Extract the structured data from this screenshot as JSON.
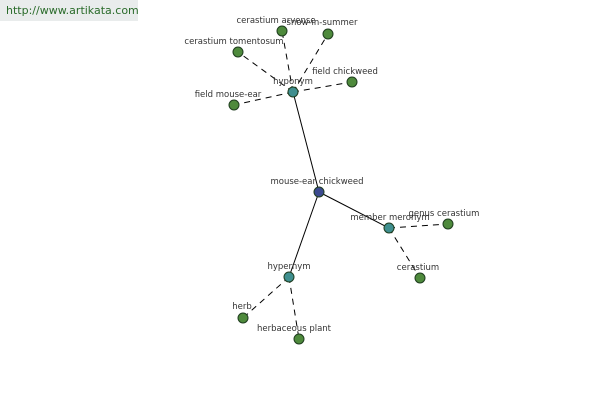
{
  "watermark": "http://www.artikata.com",
  "colors": {
    "central": "#3c4a8f",
    "relation": "#3f8f8f",
    "leaf": "#4e8a3c",
    "stroke": "#1f3d1f"
  },
  "nodes": {
    "center": "mouse-ear chickweed",
    "hyponym": "hyponym",
    "hypernym": "hypernym",
    "member_meronym": "member meronym",
    "cerastium_arvense": "cerastium arvense",
    "snow_in_summer": "snow-in-summer",
    "cerastium_tomentosum": "cerastium tomentosum",
    "field_chickweed": "field chickweed",
    "field_mouse_ear": "field mouse-ear",
    "genus_cerastium": "genus cerastium",
    "cerastium": "cerastium",
    "herb": "herb",
    "herbaceous_plant": "herbaceous plant"
  }
}
